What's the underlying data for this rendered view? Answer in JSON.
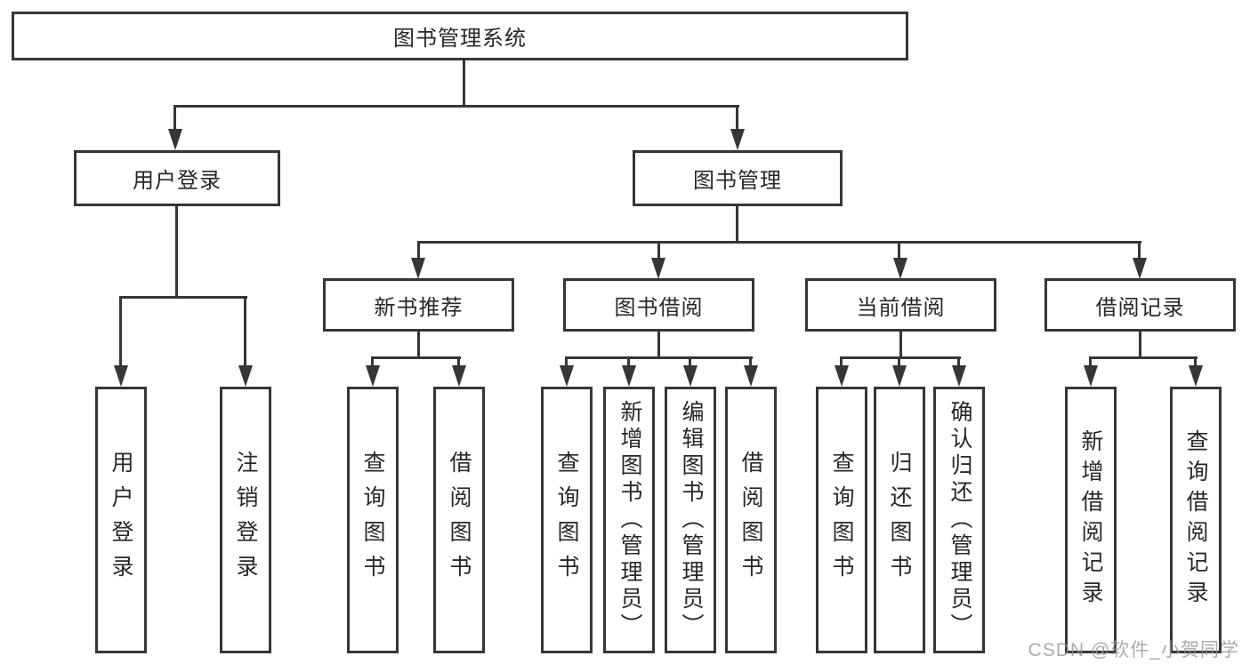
{
  "diagram": {
    "root": {
      "label": "图书管理系统"
    },
    "branches": [
      {
        "label": "用户登录",
        "children": [
          {
            "label": "用户登录"
          },
          {
            "label": "注销登录"
          }
        ]
      },
      {
        "label": "图书管理",
        "children": [
          {
            "label": "新书推荐",
            "children": [
              {
                "label": "查询图书"
              },
              {
                "label": "借阅图书"
              }
            ]
          },
          {
            "label": "图书借阅",
            "children": [
              {
                "label": "查询图书"
              },
              {
                "label": "新增图书（管理员）"
              },
              {
                "label": "编辑图书（管理员）"
              },
              {
                "label": "借阅图书"
              }
            ]
          },
          {
            "label": "当前借阅",
            "children": [
              {
                "label": "查询图书"
              },
              {
                "label": "归还图书"
              },
              {
                "label": "确认归还（管理员）"
              }
            ]
          },
          {
            "label": "借阅记录",
            "children": [
              {
                "label": "新增借阅记录"
              },
              {
                "label": "查询借阅记录"
              }
            ]
          }
        ]
      }
    ]
  },
  "watermark": {
    "text": "CSDN @软件_小贺同学"
  },
  "colors": {
    "line": "#363636",
    "text": "#282828",
    "watermark": "#969696"
  }
}
